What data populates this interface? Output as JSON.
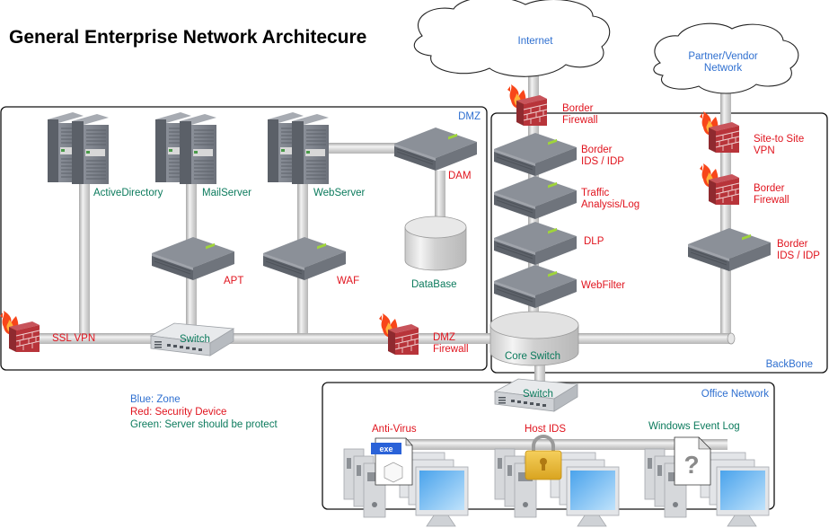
{
  "title": "General Enterprise Network Architecure",
  "colors": {
    "zone": "#2e6fd0",
    "security_device": "#e0141e",
    "server": "#0b7a5c"
  },
  "clouds": {
    "internet": [
      "Internet"
    ],
    "partner": [
      "Partner/Vendor",
      "Network"
    ]
  },
  "zones": {
    "dmz": "DMZ",
    "backbone": "BackBone",
    "office": "Office Network"
  },
  "dmz": {
    "servers": {
      "active_directory": "ActiveDirectory",
      "mail_server": "MailServer",
      "web_server": "WebServer"
    },
    "apt": "APT",
    "waf": "WAF",
    "dam": "DAM",
    "database": "DataBase",
    "ssl_vpn": "SSL VPN",
    "switch": "Switch",
    "dmz_firewall": [
      "DMZ",
      "Firewall"
    ]
  },
  "backbone": {
    "border_firewall": [
      "Border",
      "Firewall"
    ],
    "border_ids": [
      "Border",
      "IDS / IDP"
    ],
    "traffic_analysis": [
      "Traffic",
      "Analysis/Log"
    ],
    "dlp": "DLP",
    "webfilter": "WebFilter",
    "core_switch": "Core Switch",
    "site_to_site_vpn": [
      "Site-to Site",
      "VPN"
    ],
    "partner_border_firewall": [
      "Border",
      "Firewall"
    ],
    "partner_border_ids": [
      "Border",
      "IDS / IDP"
    ]
  },
  "office": {
    "switch": "Switch",
    "anti_virus": "Anti-Virus",
    "host_ids": "Host IDS",
    "windows_event_log": "Windows Event Log",
    "exe_badge": "exe",
    "unknown_glyph": "?"
  },
  "legend": [
    {
      "text": "Blue: Zone",
      "kind": "zone"
    },
    {
      "text": "Red: Security Device",
      "kind": "sec"
    },
    {
      "text": "Green: Server should be protect",
      "kind": "srv"
    }
  ]
}
